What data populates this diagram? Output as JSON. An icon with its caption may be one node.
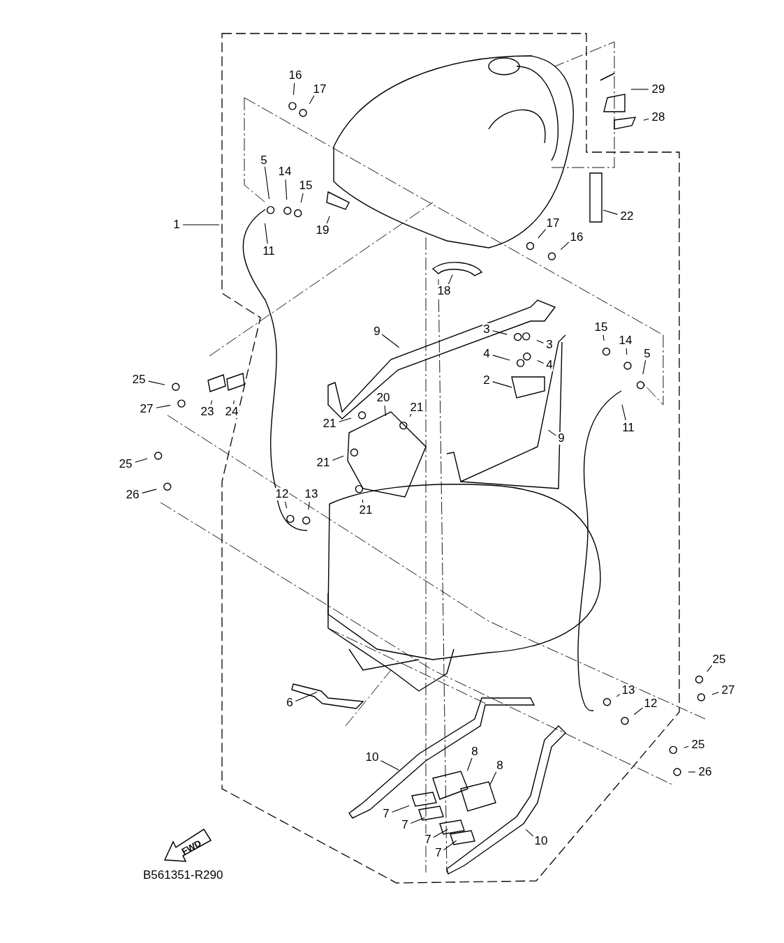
{
  "diagram": {
    "nodes": [
      {
        "text": [
          "16"
        ]
      },
      {
        "text": [
          "17"
        ]
      },
      {
        "text": [
          "29"
        ]
      },
      {
        "text": [
          "28"
        ]
      },
      {
        "text": [
          "5"
        ]
      },
      {
        "text": [
          "14"
        ]
      },
      {
        "text": [
          "15"
        ]
      },
      {
        "text": [
          "1"
        ]
      },
      {
        "text": [
          "11"
        ]
      },
      {
        "text": [
          "19"
        ]
      },
      {
        "text": [
          "22"
        ]
      },
      {
        "text": [
          "17"
        ]
      },
      {
        "text": [
          "16"
        ]
      },
      {
        "text": [
          "18"
        ]
      },
      {
        "text": [
          "9"
        ]
      },
      {
        "text": [
          "3"
        ]
      },
      {
        "text": [
          "3"
        ]
      },
      {
        "text": [
          "15"
        ]
      },
      {
        "text": [
          "14"
        ]
      },
      {
        "text": [
          "5"
        ]
      },
      {
        "text": [
          "4"
        ]
      },
      {
        "text": [
          "4"
        ]
      },
      {
        "text": [
          "2"
        ]
      },
      {
        "text": [
          "25"
        ]
      },
      {
        "text": [
          "23"
        ]
      },
      {
        "text": [
          "24"
        ]
      },
      {
        "text": [
          "27"
        ]
      },
      {
        "text": [
          "20"
        ]
      },
      {
        "text": [
          "21"
        ]
      },
      {
        "text": [
          "21"
        ]
      },
      {
        "text": [
          "9"
        ]
      },
      {
        "text": [
          "11"
        ]
      },
      {
        "text": [
          "25"
        ]
      },
      {
        "text": [
          "21"
        ]
      },
      {
        "text": [
          "26"
        ]
      },
      {
        "text": [
          "21"
        ]
      },
      {
        "text": [
          "12"
        ]
      },
      {
        "text": [
          "13"
        ]
      },
      {
        "text": [
          "6"
        ]
      },
      {
        "text": [
          "25"
        ]
      },
      {
        "text": [
          "27"
        ]
      },
      {
        "text": [
          "13"
        ]
      },
      {
        "text": [
          "12"
        ]
      },
      {
        "text": [
          "10"
        ]
      },
      {
        "text": [
          "8"
        ]
      },
      {
        "text": [
          "8"
        ]
      },
      {
        "text": [
          "25"
        ]
      },
      {
        "text": [
          "26"
        ]
      },
      {
        "text": [
          "7"
        ]
      },
      {
        "text": [
          "7"
        ]
      },
      {
        "text": [
          "10"
        ]
      },
      {
        "text": [
          "7"
        ]
      },
      {
        "text": [
          "7"
        ]
      }
    ],
    "edges": [
      {
        "from": 0,
        "to": null,
        "arrow": "none"
      },
      {
        "from": 1,
        "to": null,
        "arrow": "none"
      },
      {
        "from": 2,
        "to": null,
        "arrow": "none"
      },
      {
        "from": 3,
        "to": null,
        "arrow": "none"
      },
      {
        "from": 4,
        "to": null,
        "arrow": "none"
      },
      {
        "from": 5,
        "to": null,
        "arrow": "none"
      },
      {
        "from": 6,
        "to": null,
        "arrow": "none"
      },
      {
        "from": 7,
        "to": null,
        "arrow": "none"
      },
      {
        "from": 8,
        "to": null,
        "arrow": "none"
      },
      {
        "from": 9,
        "to": null,
        "arrow": "none"
      },
      {
        "from": 10,
        "to": null,
        "arrow": "none"
      },
      {
        "from": 11,
        "to": null,
        "arrow": "none"
      },
      {
        "from": 12,
        "to": null,
        "arrow": "none"
      },
      {
        "from": 13,
        "to": null,
        "arrow": "none"
      },
      {
        "from": 14,
        "to": null,
        "arrow": "none"
      },
      {
        "from": 15,
        "to": null,
        "arrow": "none"
      },
      {
        "from": 16,
        "to": null,
        "arrow": "none"
      },
      {
        "from": 17,
        "to": null,
        "arrow": "none"
      },
      {
        "from": 18,
        "to": null,
        "arrow": "none"
      },
      {
        "from": 19,
        "to": null,
        "arrow": "none"
      },
      {
        "from": 20,
        "to": null,
        "arrow": "none"
      },
      {
        "from": 21,
        "to": null,
        "arrow": "none"
      },
      {
        "from": 22,
        "to": null,
        "arrow": "none"
      },
      {
        "from": 23,
        "to": null,
        "arrow": "none"
      },
      {
        "from": 24,
        "to": null,
        "arrow": "none"
      },
      {
        "from": 25,
        "to": null,
        "arrow": "none"
      },
      {
        "from": 26,
        "to": null,
        "arrow": "none"
      },
      {
        "from": 27,
        "to": null,
        "arrow": "none"
      },
      {
        "from": 28,
        "to": null,
        "arrow": "none"
      },
      {
        "from": 29,
        "to": null,
        "arrow": "none"
      },
      {
        "from": 30,
        "to": null,
        "arrow": "none"
      },
      {
        "from": 31,
        "to": null,
        "arrow": "none"
      },
      {
        "from": 32,
        "to": null,
        "arrow": "none"
      },
      {
        "from": 33,
        "to": null,
        "arrow": "none"
      },
      {
        "from": 34,
        "to": null,
        "arrow": "none"
      },
      {
        "from": 35,
        "to": null,
        "arrow": "none"
      },
      {
        "from": 36,
        "to": null,
        "arrow": "none"
      },
      {
        "from": 37,
        "to": null,
        "arrow": "none"
      },
      {
        "from": 38,
        "to": null,
        "arrow": "none"
      },
      {
        "from": 39,
        "to": null,
        "arrow": "none"
      },
      {
        "from": 40,
        "to": null,
        "arrow": "none"
      },
      {
        "from": 41,
        "to": null,
        "arrow": "none"
      },
      {
        "from": 42,
        "to": null,
        "arrow": "none"
      },
      {
        "from": 43,
        "to": null,
        "arrow": "none"
      },
      {
        "from": 44,
        "to": null,
        "arrow": "none"
      },
      {
        "from": 45,
        "to": null,
        "arrow": "none"
      },
      {
        "from": 46,
        "to": null,
        "arrow": "none"
      },
      {
        "from": 47,
        "to": null,
        "arrow": "none"
      },
      {
        "from": 48,
        "to": null,
        "arrow": "none"
      },
      {
        "from": 49,
        "to": null,
        "arrow": "none"
      },
      {
        "from": 50,
        "to": null,
        "arrow": "none"
      },
      {
        "from": 51,
        "to": null,
        "arrow": "none"
      },
      {
        "from": 52,
        "to": null,
        "arrow": "none"
      }
    ],
    "labels": [
      "FWD",
      "B561351-R290"
    ]
  }
}
